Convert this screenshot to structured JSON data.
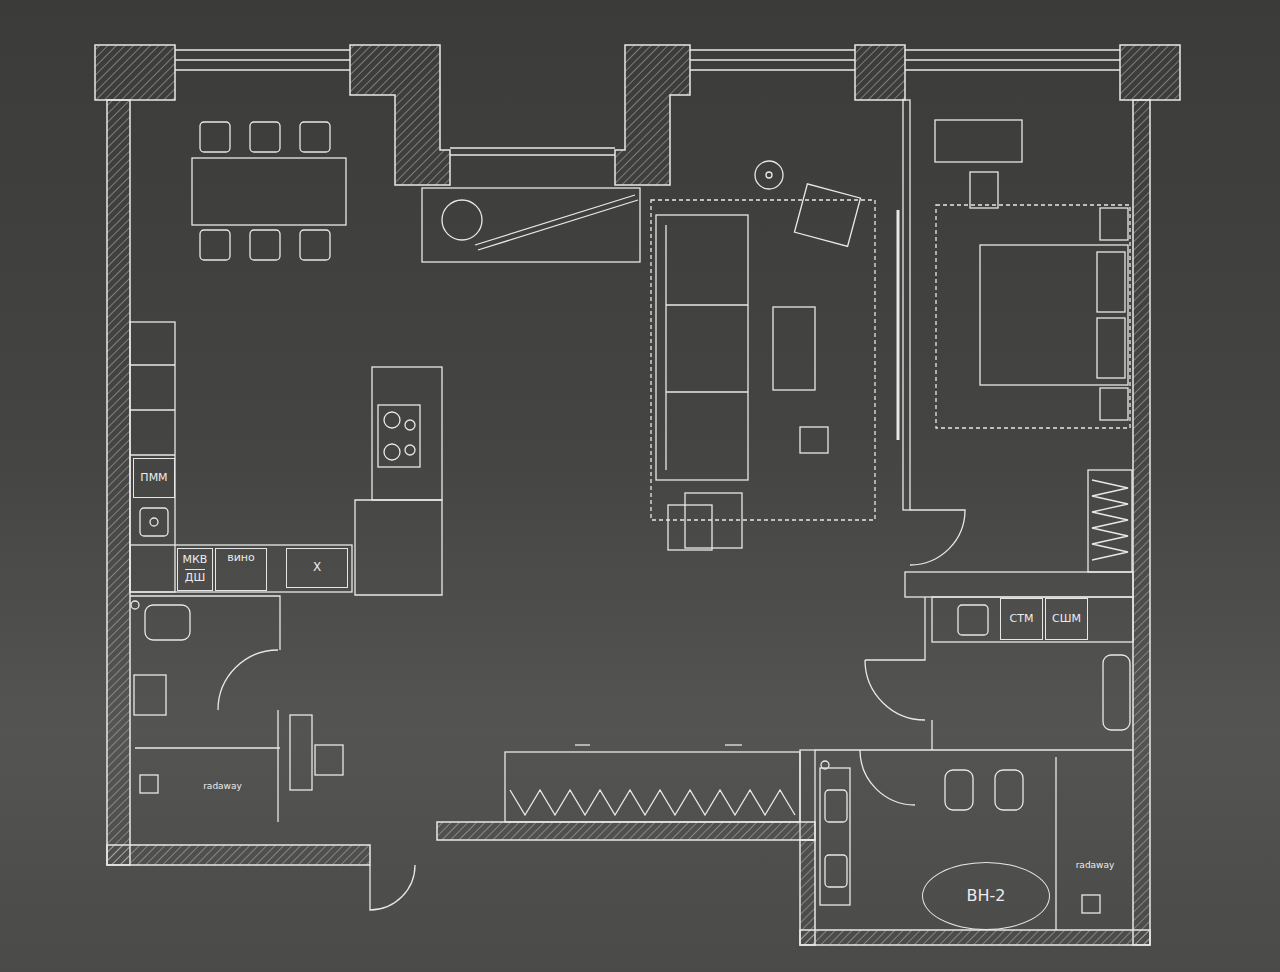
{
  "diagram": {
    "nodes": [
      {
        "text": [
          "ПММ"
        ]
      },
      {
        "text": [
          "МКВ",
          "ДШ"
        ]
      },
      {
        "text": [
          "вино"
        ]
      },
      {
        "text": [
          "Х"
        ]
      },
      {
        "text": [
          "СТМ"
        ]
      },
      {
        "text": [
          "СШМ"
        ]
      },
      {
        "text": [
          "radaway"
        ]
      },
      {
        "text": [
          "radaway"
        ]
      },
      {
        "text": [
          "ВН-2"
        ]
      }
    ]
  }
}
